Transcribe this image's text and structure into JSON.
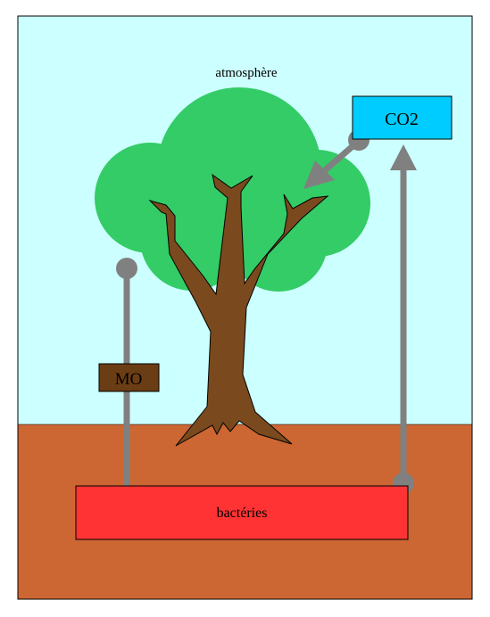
{
  "labels": {
    "atmosphere": "atmosphère",
    "co2": "CO2",
    "mo": "MO",
    "bacteria": "bactéries"
  },
  "colors": {
    "sky": "#ccffff",
    "soil": "#cc6633",
    "foliage": "#33cc66",
    "trunk": "#7a4a1e",
    "co2_box": "#00ccff",
    "mo_box": "#6b3d14",
    "bacteria_box": "#ff3333",
    "arrow": "#808080",
    "frame": "#000000"
  }
}
